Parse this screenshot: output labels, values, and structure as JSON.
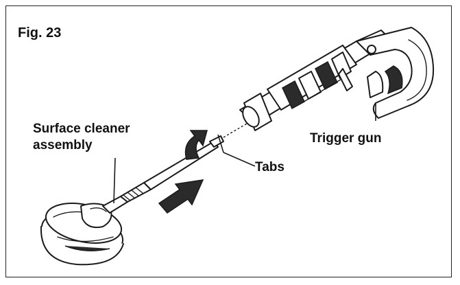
{
  "figure": {
    "label": "Fig. 23"
  },
  "callouts": {
    "surface_cleaner_line1": "Surface cleaner",
    "surface_cleaner_line2": "assembly",
    "trigger_gun": "Trigger gun",
    "tabs": "Tabs"
  },
  "colors": {
    "line": "#1a1a1a",
    "fill_light": "#ffffff",
    "fill_dark": "#2b2b2b"
  }
}
